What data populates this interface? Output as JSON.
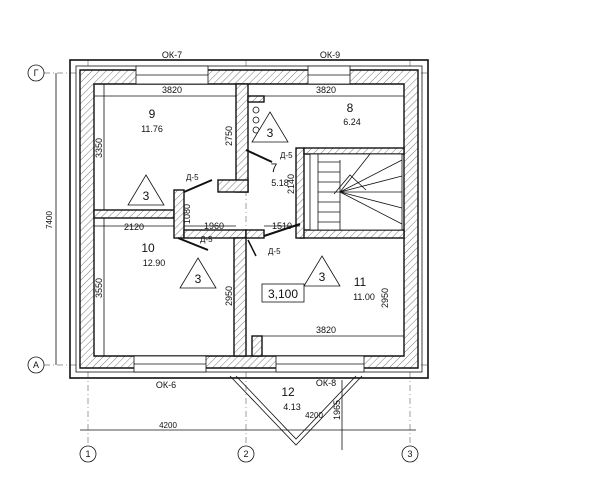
{
  "axes": {
    "rows": [
      {
        "label": "Г"
      },
      {
        "label": "А"
      }
    ],
    "cols": [
      {
        "label": "1"
      },
      {
        "label": "2"
      },
      {
        "label": "3"
      }
    ]
  },
  "windows": {
    "ok7": "ОК-7",
    "ok9": "ОК-9",
    "ok6": "ОК-6",
    "ok8": "ОК-8"
  },
  "doors": {
    "d5a": "Д-5",
    "d5b": "Д-5",
    "d5c": "Д-5",
    "d5d": "Д-5"
  },
  "rooms": [
    {
      "number": "9",
      "area": "11.76"
    },
    {
      "number": "8",
      "area": "6.24"
    },
    {
      "number": "7",
      "area": "5.18"
    },
    {
      "number": "10",
      "area": "12.90"
    },
    {
      "number": "11",
      "area": "11.00"
    },
    {
      "number": "12",
      "area": "4.13"
    }
  ],
  "dims": {
    "d3820a": "3820",
    "d3820b": "3820",
    "d3820c": "3820",
    "d3350": "3350",
    "d2750": "2750",
    "d2140": "2140",
    "d1080": "1080",
    "d2120": "2120",
    "d1960": "1960",
    "d1510": "1510",
    "d3550": "3550",
    "d2950a": "2950",
    "d2950b": "2950",
    "d7400": "7400",
    "d4200a": "4200",
    "d4200b": "4200",
    "d1965": "1965"
  },
  "marks": {
    "t1": "3",
    "t2": "3",
    "t3": "3",
    "t4": "3"
  },
  "level": "3,100"
}
